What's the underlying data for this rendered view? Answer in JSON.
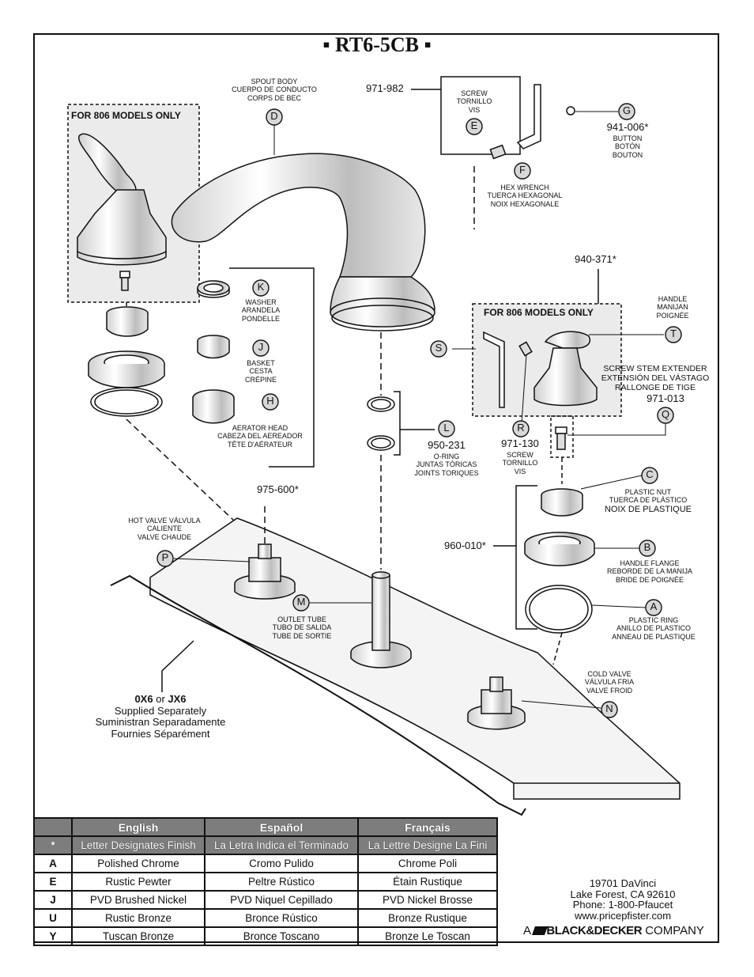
{
  "title": "▪ RT6-5CB ▪",
  "boxes": {
    "left_label": "FOR 806 MODELS ONLY",
    "right_label": "FOR 806 MODELS ONLY"
  },
  "parts": {
    "D": {
      "letter": "D",
      "lines": [
        "SPOUT BODY",
        "CUERPO DE CONDUCTO",
        "CORPS DE BEC"
      ]
    },
    "E": {
      "letter": "E",
      "lines": [
        "SCREW",
        "TORNILLO",
        "VIS"
      ]
    },
    "F": {
      "letter": "F",
      "lines": [
        "HEX WRENCH",
        "TUERCA HEXAGONAL",
        "NOIX HEXAGONALE"
      ]
    },
    "G": {
      "letter": "G",
      "number": "941-006*",
      "lines": [
        "BUTTON",
        "BOTÓN",
        "BOUTON"
      ]
    },
    "K": {
      "letter": "K",
      "lines": [
        "WASHER",
        "ARANDELA",
        "PONDELLE"
      ]
    },
    "J": {
      "letter": "J",
      "lines": [
        "BASKET",
        "CESTA",
        "CRÉPINE"
      ]
    },
    "H": {
      "letter": "H",
      "lines": [
        "AERATOR HEAD",
        "CABEZA DEL AEREADOR",
        "TÊTE D'AÉRATEUR"
      ]
    },
    "L": {
      "letter": "L",
      "number": "950-231",
      "lines": [
        "O-RING",
        "JUNTAS TÓRICAS",
        "JOINTS TORIQUES"
      ]
    },
    "T": {
      "letter": "T",
      "lines": [
        "HANDLE",
        "MANIJAN",
        "POIGNÉE"
      ]
    },
    "S": {
      "letter": "S"
    },
    "R": {
      "letter": "R",
      "number": "971-130",
      "lines": [
        "SCREW",
        "TORNILLO",
        "VIS"
      ]
    },
    "Q": {
      "letter": "Q",
      "number": "971-013",
      "lines": [
        "SCREW STEM EXTENDER",
        "EXTENSIÓN DEL VÁSTAGO",
        "RALLONGE DE TIGE"
      ]
    },
    "C": {
      "letter": "C",
      "lines": [
        "PLASTIC NUT",
        "TUERCA DE PLÁSTICO",
        "NOIX DE PLASTIQUE"
      ]
    },
    "B": {
      "letter": "B",
      "lines": [
        "HANDLE FLANGE",
        "REBORDE DE LA MANIJA",
        "BRIDE DE POIGNÉE"
      ]
    },
    "A": {
      "letter": "A",
      "lines": [
        "PLASTIC RING",
        "ANILLO DE PLASTICO",
        "ANNEAU DE PLASTIQUE"
      ]
    },
    "P": {
      "letter": "P",
      "lines": [
        "HOT VALVE VÁLVULA",
        "CALIENTE",
        "VALVE CHAUDE"
      ]
    },
    "M": {
      "letter": "M",
      "lines": [
        "OUTLET TUBE",
        "TUBO DE SALIDA",
        "TUBE DE SORTIE"
      ]
    },
    "N": {
      "letter": "N",
      "lines": [
        "COLD VALVE",
        "VÁLVULA FRIA",
        "VALVE FROID"
      ]
    }
  },
  "numbers": {
    "wrench_kit": "971-982",
    "handle_kit": "940-371*",
    "aerator_kit": "975-600*",
    "flange_kit": "960-010*"
  },
  "supplied": {
    "code1": "0X6",
    "or": "or",
    "code2": "JX6",
    "lines": [
      "Supplied Separately",
      "Suministran Separadamente",
      "Fournies Séparément"
    ]
  },
  "legend": {
    "headers": [
      "English",
      "Español",
      "Français"
    ],
    "star_row": {
      "code": "*",
      "cells": [
        "Letter Designates Finish",
        "La Letra Indica el Terminado",
        "La Lettre Designe La Fini"
      ]
    },
    "rows": [
      {
        "code": "A",
        "cells": [
          "Polished Chrome",
          "Cromo Pulido",
          "Chrome Poli"
        ]
      },
      {
        "code": "E",
        "cells": [
          "Rustic Pewter",
          "Peltre Rústico",
          "Étain Rustique"
        ]
      },
      {
        "code": "J",
        "cells": [
          "PVD Brushed Nickel",
          "PVD Niquel Cepillado",
          "PVD Nickel Brosse"
        ]
      },
      {
        "code": "U",
        "cells": [
          "Rustic Bronze",
          "Bronce Rústico",
          "Bronze Rustique"
        ]
      },
      {
        "code": "Y",
        "cells": [
          "Tuscan Bronze",
          "Bronce Toscano",
          "Bronze Le Toscan"
        ]
      }
    ]
  },
  "address": {
    "lines": [
      "19701 DaVinci",
      "Lake Forest, CA 92610",
      "Phone: 1-800-Pfaucet",
      "www.pricepfister.com"
    ]
  },
  "brand": {
    "prefix": "A",
    "name": "BLACK&DECKER",
    "suffix": "COMPANY"
  }
}
